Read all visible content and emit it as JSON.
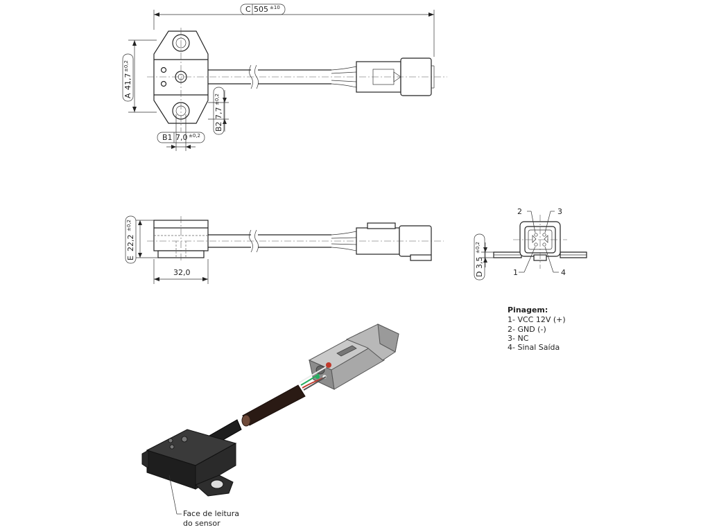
{
  "dimensions": {
    "c_letter": "C",
    "c_value": "505",
    "c_tol": "±10",
    "a_letter": "A",
    "a_value": "41,7",
    "a_tol": "±0,2",
    "b1_letter": "B1",
    "b1_value": "7,0",
    "b1_tol": "±0,2",
    "b2_letter": "B2",
    "b2_value": "7,7",
    "b2_tol": "±0,2",
    "e_letter": "E",
    "e_value": "22,2",
    "e_tol": "±0,2",
    "width_value": "32,0",
    "d_letter": "D",
    "d_value": "3,5",
    "d_tol": "±0,2"
  },
  "pin_callouts": [
    "1",
    "2",
    "3",
    "4"
  ],
  "pinout": {
    "title": "Pinagem:",
    "items": [
      "1- VCC 12V (+)",
      "2- GND (-)",
      "3- NC",
      "4- Sinal Saída"
    ]
  },
  "callout": {
    "line1": "Face de leitura",
    "line2": "do sensor"
  },
  "colors": {
    "sensor_body": "#1e1e1e",
    "cable": "#2a1a14",
    "connector": "#9a9a9a",
    "wire_red": "#c0392b",
    "wire_green": "#27ae60",
    "wire_white": "#eeeeee"
  }
}
